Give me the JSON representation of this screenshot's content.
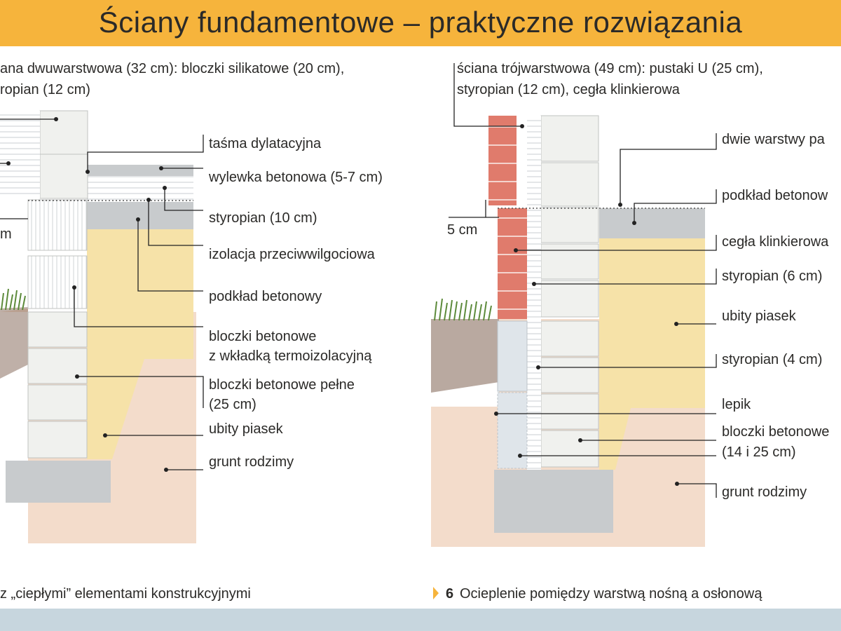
{
  "title": "Ściany fundamentowe – praktyczne rozwiązania",
  "left": {
    "header_line1": "ana dwuwarstwowa (32 cm): bloczki silikatowe (20 cm),",
    "header_line2": "ropian (12 cm)",
    "dim_label": "m",
    "labels": [
      "taśma dylatacyjna",
      "wylewka betonowa (5-7 cm)",
      "styropian (10 cm)",
      "izolacja przeciwwilgociowa",
      "podkład betonowy",
      "bloczki betonowe",
      "z wkładką termoizolacyjną",
      "bloczki betonowe pełne",
      "(25 cm)",
      "ubity piasek",
      "grunt rodzimy"
    ],
    "caption": "z „ciepłymi” elementami konstrukcyjnymi"
  },
  "right": {
    "header_line1": "ściana trójwarstwowa (49 cm): pustaki U (25 cm),",
    "header_line2": "styropian (12 cm), cegła klinkierowa",
    "dim_label": "5 cm",
    "labels": [
      "dwie warstwy pa",
      "podkład betonow",
      "cegła klinkierowa",
      "styropian (6 cm)",
      "ubity piasek",
      "styropian (4 cm)",
      "lepik",
      "bloczki betonowe",
      "(14 i 25 cm)",
      "grunt rodzimy"
    ],
    "caption_number": "6",
    "caption": "Ocieplenie pomiędzy warstwą nośną a osłonową"
  },
  "colors": {
    "banner": "#f6b43c",
    "footer": "#c7d6de",
    "sand": "#f6e2a8",
    "soil": "#f3dccb",
    "concrete": "#c8cbcd",
    "block": "#f0f1ee",
    "brick": "#e07b6c",
    "insulation_blue": "#dfe5ea",
    "grass": "#5c8a3a"
  }
}
